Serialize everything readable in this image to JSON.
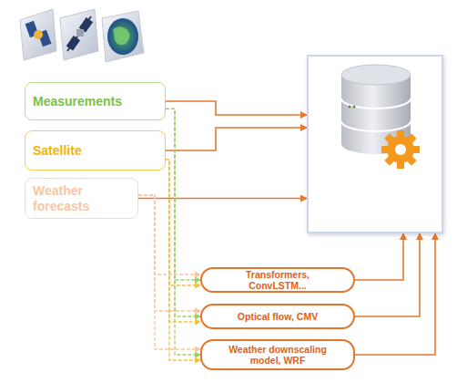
{
  "diagram": {
    "nodes": [
      {
        "text": [
          "Measurements"
        ]
      },
      {
        "text": [
          "Satellite"
        ]
      },
      {
        "text": [
          "Weather forecasts"
        ]
      },
      {
        "text": []
      },
      {
        "text": [
          "Transformers, ConvLSTM..."
        ]
      },
      {
        "text": [
          "Optical flow, CMV"
        ]
      },
      {
        "text": [
          "Weather downscaling model, WRF"
        ]
      }
    ],
    "edges": [
      {
        "from": 0,
        "to": 3,
        "arrow": "to"
      },
      {
        "from": 1,
        "to": 3,
        "arrow": "to"
      },
      {
        "from": 2,
        "to": 3,
        "arrow": "to"
      },
      {
        "from": 0,
        "to": 4,
        "arrow": "to"
      },
      {
        "from": 0,
        "to": 5,
        "arrow": "to"
      },
      {
        "from": 0,
        "to": 6,
        "arrow": "to"
      },
      {
        "from": 1,
        "to": 4,
        "arrow": "to"
      },
      {
        "from": 1,
        "to": 5,
        "arrow": "to"
      },
      {
        "from": 1,
        "to": 6,
        "arrow": "to"
      },
      {
        "from": 2,
        "to": 4,
        "arrow": "to"
      },
      {
        "from": 2,
        "to": 5,
        "arrow": "to"
      },
      {
        "from": 2,
        "to": 6,
        "arrow": "to"
      },
      {
        "from": 4,
        "to": 3,
        "arrow": "to"
      },
      {
        "from": 5,
        "to": 3,
        "arrow": "to"
      },
      {
        "from": 6,
        "to": 3,
        "arrow": "to"
      }
    ]
  }
}
